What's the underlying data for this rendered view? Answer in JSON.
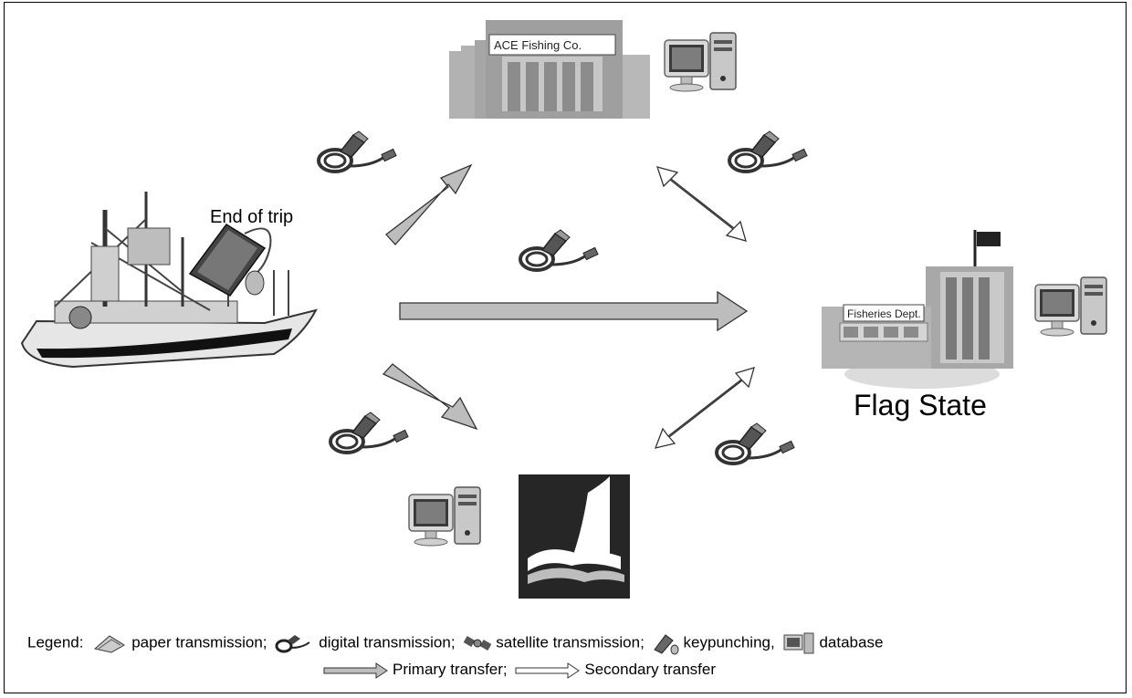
{
  "nodes": {
    "company_sign": "ACE Fishing Co.",
    "fisheries_sign": "Fisheries Dept.",
    "flag_state": "Flag State",
    "end_of_trip": "End of trip"
  },
  "legend": {
    "prefix": "Legend:",
    "paper": "paper transmission;",
    "digital": "digital transmission;",
    "satellite": "satellite transmission;",
    "keypunching": "keypunching,",
    "database": "database",
    "primary": "Primary transfer;",
    "secondary": "Secondary transfer"
  },
  "colors": {
    "primary_arrow_fill": "#bdbdbd",
    "secondary_arrow_fill": "#ffffff",
    "building_gray": "#a9a9a9",
    "dark_box": "#262626"
  },
  "icons": [
    "paper-icon",
    "cable-icon",
    "satellite-icon",
    "keypunch-icon",
    "database-icon",
    "ship-icon",
    "building-icon",
    "computer-icon"
  ]
}
